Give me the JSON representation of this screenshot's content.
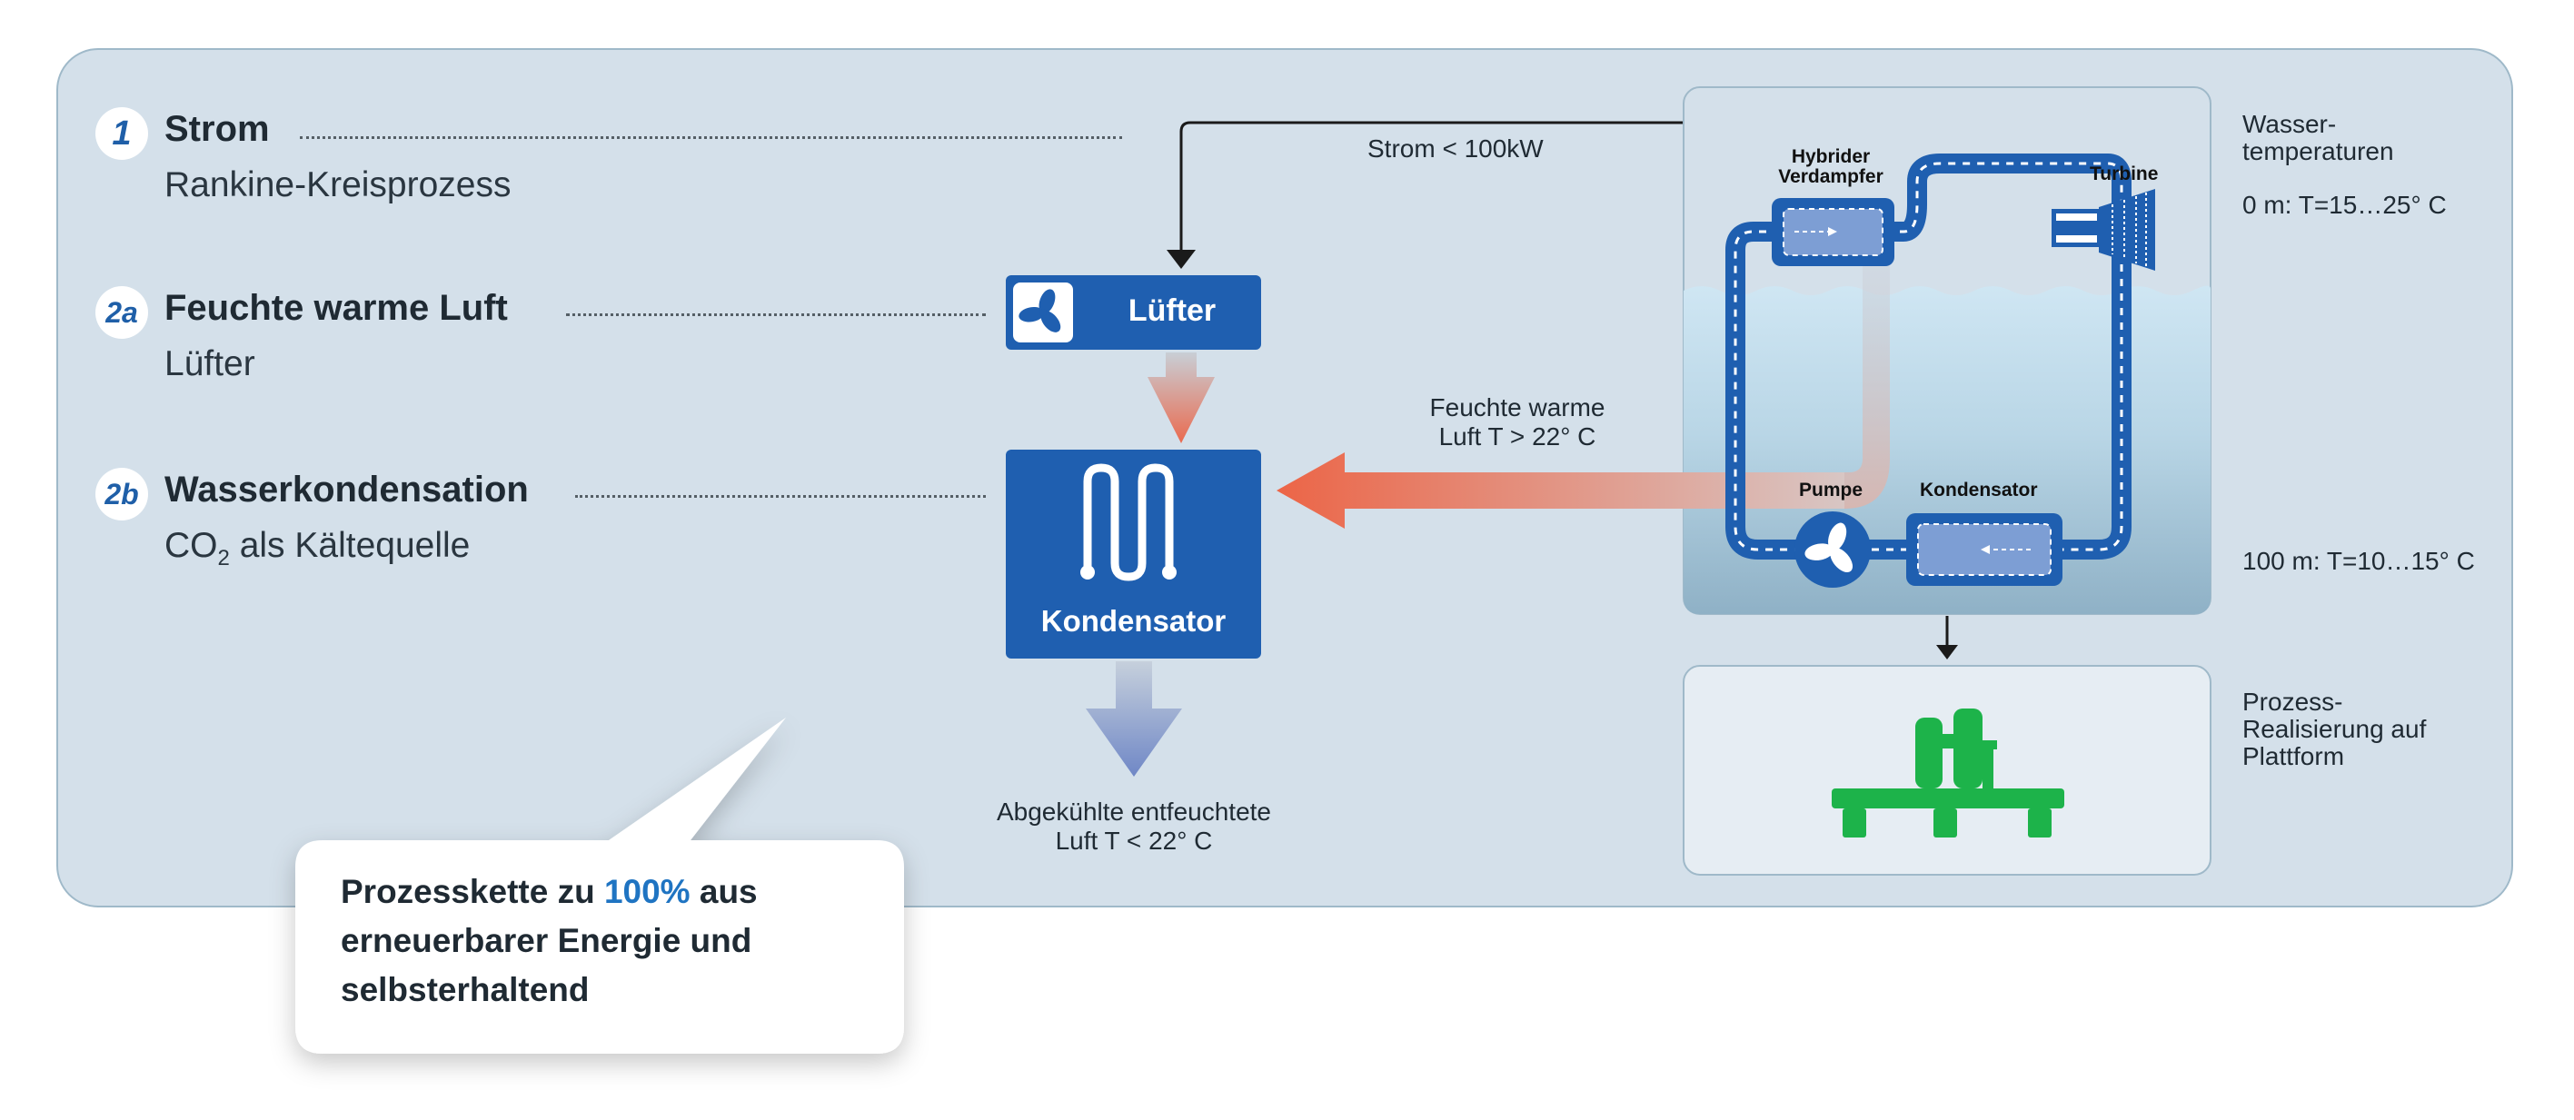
{
  "steps": [
    {
      "badge": "1",
      "title": "Strom",
      "subtitle": "Rankine-Kreisprozess"
    },
    {
      "badge": "2a",
      "title": "Feuchte warme Luft",
      "subtitle": "Lüfter"
    },
    {
      "badge": "2b",
      "title": "Wasserkondensation",
      "subtitle_main": "CO",
      "subtitle_sub": "2",
      "subtitle_rest": " als Kältequelle"
    }
  ],
  "center": {
    "fan_label": "Lüfter",
    "condenser_label": "Kondensator",
    "power_label": "Strom < 100kW",
    "warm_air_label_line1": "Feuchte warme",
    "warm_air_label_line2": "Luft T > 22° C",
    "cooled_air_label_line1": "Abgekühlte entfeuchtete",
    "cooled_air_label_line2": "Luft T < 22° C"
  },
  "cycle": {
    "evaporator_line1": "Hybrider",
    "evaporator_line2": "Verdampfer",
    "turbine": "Turbine",
    "pump": "Pumpe",
    "condenser": "Kondensator"
  },
  "right_labels": {
    "water_temp_line1": "Wasser-",
    "water_temp_line2": "temperaturen",
    "surface_temp": "0 m: T=15…25° C",
    "depth_temp": "100 m: T=10…15° C",
    "process_line1": "Prozess-",
    "process_line2": "Realisierung auf",
    "process_line3": "Plattform"
  },
  "callout": {
    "text_before": "Prozesskette zu ",
    "highlight": "100%",
    "text_after": " aus erneuerbarer Energie und selbsterhaltend"
  },
  "colors": {
    "panel_bg": "#d4e0ea",
    "box_blue": "#1f5fb0",
    "warm_arrow": "#ea6a4f",
    "cool_arrow": "#7f97cc",
    "platform_green": "#1db34a",
    "highlight_blue": "#1f74c2"
  }
}
